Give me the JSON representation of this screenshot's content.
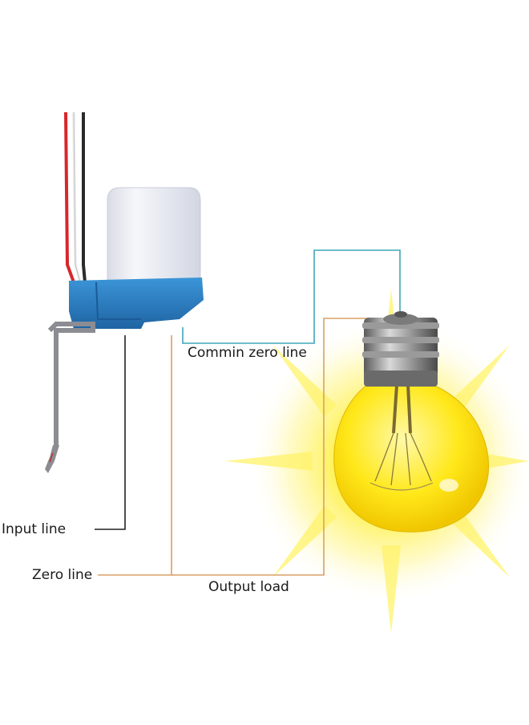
{
  "labels": {
    "common_zero": "Commin zero line",
    "input": "Input line",
    "zero": "Zero line",
    "output": "Output load"
  },
  "colors": {
    "common_zero_wire": "#3fa7b8",
    "input_wire": "#222222",
    "zero_wire": "#d9a066",
    "sensor_base": "#2e82c6",
    "sensor_dome": "#eef0f5",
    "bulb_glow": "#ffe600"
  }
}
